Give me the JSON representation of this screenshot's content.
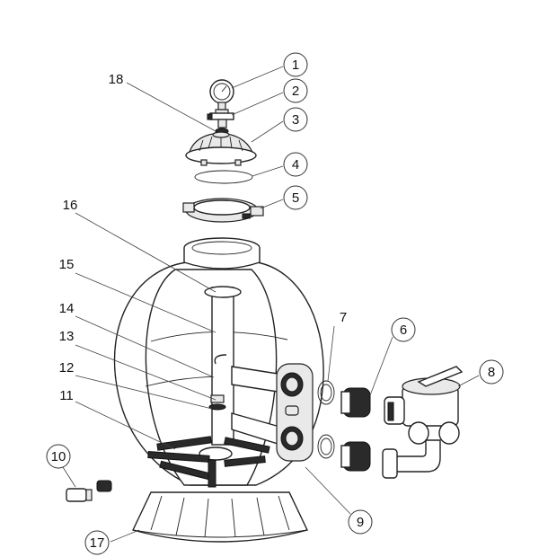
{
  "callouts": [
    {
      "num": "1"
    },
    {
      "num": "2"
    },
    {
      "num": "3"
    },
    {
      "num": "4"
    },
    {
      "num": "5"
    },
    {
      "num": "6"
    },
    {
      "num": "7"
    },
    {
      "num": "8"
    },
    {
      "num": "9"
    },
    {
      "num": "10"
    },
    {
      "num": "11"
    },
    {
      "num": "12"
    },
    {
      "num": "13"
    },
    {
      "num": "14"
    },
    {
      "num": "15"
    },
    {
      "num": "16"
    },
    {
      "num": "17"
    },
    {
      "num": "18"
    }
  ]
}
